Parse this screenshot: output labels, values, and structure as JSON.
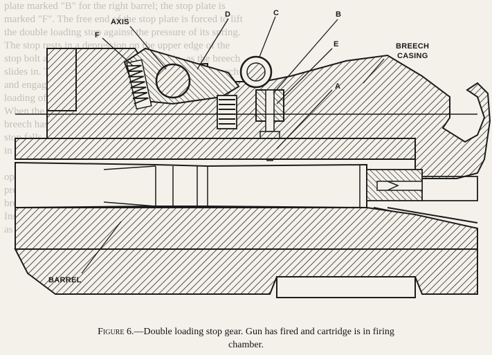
{
  "background_text": [
    "plate marked \"B\" for the right barrel; the stop plate is",
    "marked \"F\". The free end of the stop plate is forced to lift",
    "the double loading stop against the pressure of its spring.",
    "The stop rests in a depression on the upper edge of the",
    "stop bolt and is held there by the firing pin, as the breech",
    "slides in. This throws the detent down toward the breech",
    "and engages the stop plate, which retains it until the next",
    "loading of the gun.",
    "When the first cartridge has fired and the breech block",
    "breech has been opened by the extractor, the",
    "stop falls. When the breech is closed with the first cartridge",
    "in place the loading stop is raised by the cam surface",
    "",
    "operation may be repeated; the stop plate enters a notch which",
    "prevents loading until the cartridge has been fired and the",
    "breech reopened.",
    "Inspect the breech and lift the stop plates on breech",
    "as a matter of routine; the loading stop (d) occurs only at a"
  ],
  "labels": {
    "axis": "AXIS",
    "d": "D",
    "c": "C",
    "b": "B",
    "e": "E",
    "f": "F",
    "a": "A",
    "breech_casing_1": "BREECH",
    "breech_casing_2": "CASING",
    "barrel": "BARREL"
  },
  "caption": {
    "figure": "Figure 6.",
    "text_line1": "—Double loading stop gear.  Gun has fired and cartridge is in firing",
    "text_line2": "chamber."
  }
}
